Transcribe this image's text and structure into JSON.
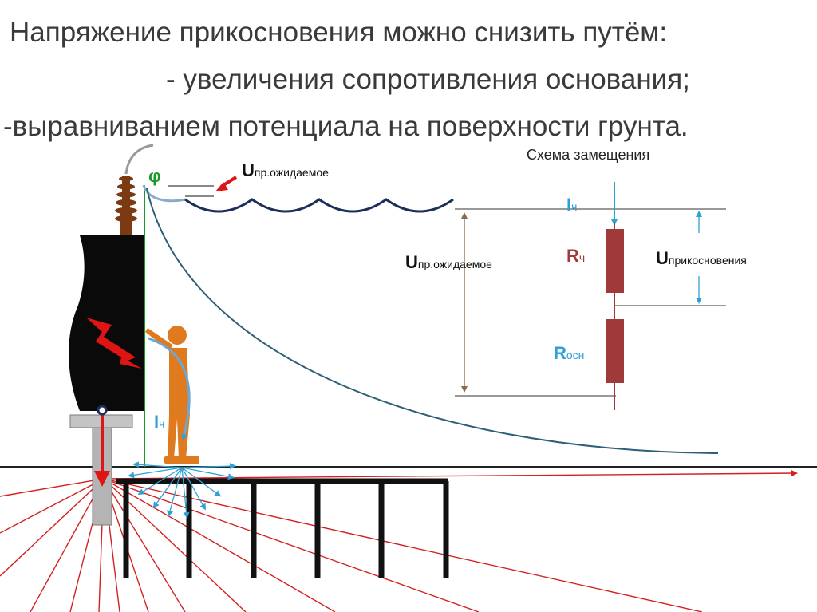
{
  "heading": {
    "line1": "Напряжение прикосновения можно снизить путём:",
    "line2": "-  увеличения сопротивления основания;",
    "line3": "-выравниванием потенциала на поверхности грунта."
  },
  "scheme": {
    "title": "Схема замещения",
    "i_letter": "I",
    "i_sub": "ч",
    "r1_letter": "R",
    "r1_sub": "ч",
    "r2_letter": "R",
    "r2_sub": "осн",
    "u_expected_letter": "U",
    "u_expected_sub": "пр.ожидаемое",
    "u_touch_letter": "U",
    "u_touch_sub": "прикосновения"
  },
  "drawing": {
    "phi": "φ",
    "u_expected_letter": "U",
    "u_expected_sub": "пр.ожидаемое",
    "i_letter": "I",
    "i_sub": "ч"
  },
  "colors": {
    "heading": "#3a3a3a",
    "wire": "#1b2f5a",
    "potential_curve": "#2d5f78",
    "ground_rays": "#d42020",
    "current_arrow": "#dd1515",
    "person": "#e07a1e",
    "resistor": "#a03a3a",
    "phi": "#1a9a2a",
    "current_label": "#2ea2d6",
    "dimension": "#8a6a4a",
    "transformer": "#0a0a0a"
  }
}
